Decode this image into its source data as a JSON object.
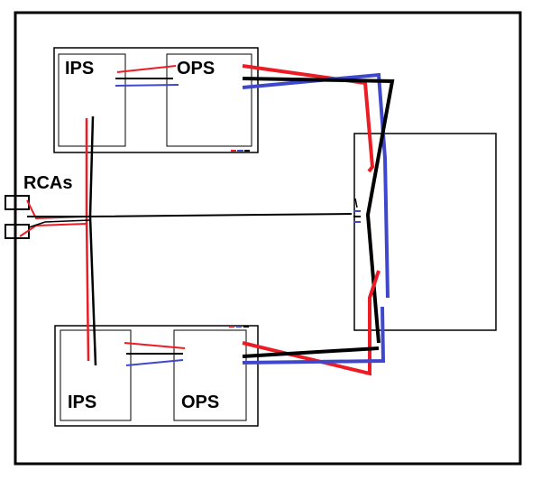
{
  "labels": {
    "ips_top": "IPS",
    "ops_top": "OPS",
    "ips_bottom": "IPS",
    "ops_bottom": "OPS",
    "rcas": "RCAs"
  },
  "colors": {
    "background": "#ffffff",
    "outline": "#000000",
    "red_wire": "#ed1c24",
    "blue_wire": "#3f48cc",
    "black_wire": "#000000"
  }
}
